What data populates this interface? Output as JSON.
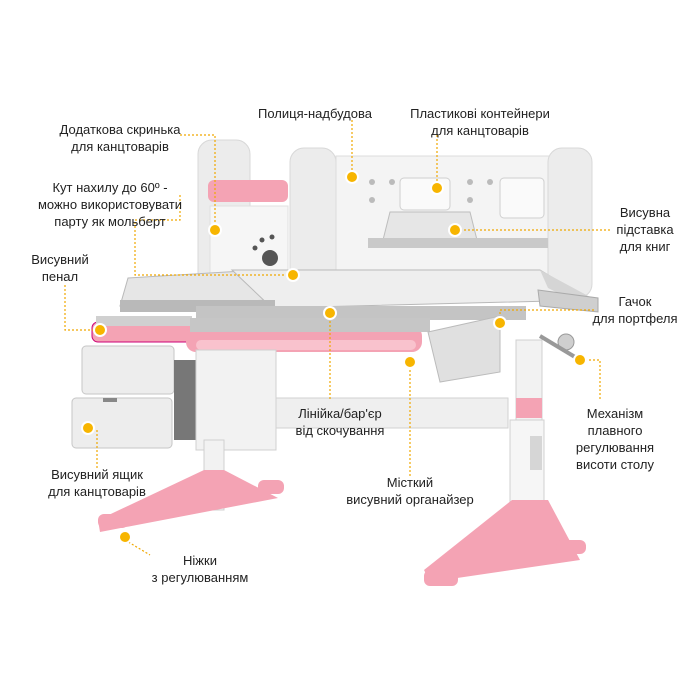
{
  "image": {
    "subject": "desk",
    "colors": {
      "accent": "#f4a3b4",
      "dot": "#f7b500",
      "leader": "#f0a800",
      "body": "#e9e9e9",
      "gray": "#a7a7a7"
    }
  },
  "callouts": {
    "extra_box": {
      "lines": [
        "Додаткова скринька",
        "для канцтоварів"
      ]
    },
    "tilt": {
      "lines": [
        "Кут нахилу до 60º -",
        "можно використовувати",
        "парту як мольберт"
      ]
    },
    "pencil_case": {
      "lines": [
        "Висувний",
        "пенал"
      ]
    },
    "drawer": {
      "lines": [
        "Висувний ящик",
        "для канцтоварів"
      ]
    },
    "legs": {
      "lines": [
        "Ніжки",
        "з регулюванням"
      ]
    },
    "shelf": {
      "lines": [
        "Полиця-надбудова"
      ]
    },
    "containers": {
      "lines": [
        "Пластикові контейнери",
        "для канцтоварів"
      ]
    },
    "book_stand": {
      "lines": [
        "Висувна",
        "підставка",
        "для книг"
      ]
    },
    "bag_hook": {
      "lines": [
        "Гачок",
        "для портфеля"
      ]
    },
    "height_mech": {
      "lines": [
        "Механізм",
        "плавного",
        "регулювання",
        "висоти столу"
      ]
    },
    "ruler": {
      "lines": [
        "Лінійка/бар'єр",
        "від скочування"
      ]
    },
    "organizer": {
      "lines": [
        "Місткий",
        "висувний органайзер"
      ]
    }
  }
}
